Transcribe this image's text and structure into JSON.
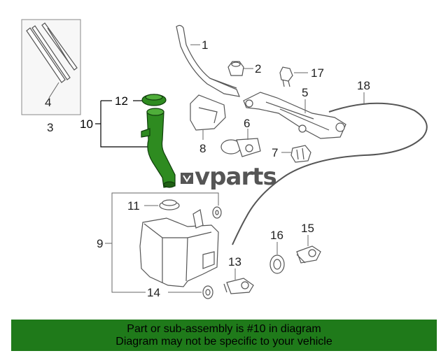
{
  "diagram": {
    "callouts": {
      "c1": "1",
      "c2": "2",
      "c3": "3",
      "c4": "4",
      "c5": "5",
      "c6": "6",
      "c7": "7",
      "c8": "8",
      "c9": "9",
      "c10": "10",
      "c11": "11",
      "c12": "12",
      "c13": "13",
      "c14": "14",
      "c15": "15",
      "c16": "16",
      "c17": "17",
      "c18": "18"
    },
    "watermark": "vparts",
    "highlight_part": "10",
    "colors": {
      "highlight": "#2e8b20",
      "highlight_dark": "#0f3d0b",
      "banner": "#1f7a1a",
      "lines": "#666666",
      "parts_outline": "#555555"
    }
  },
  "banner": {
    "line1": "Part or sub-assembly is #10 in diagram",
    "line2": "Diagram may not be specific to your vehicle"
  }
}
